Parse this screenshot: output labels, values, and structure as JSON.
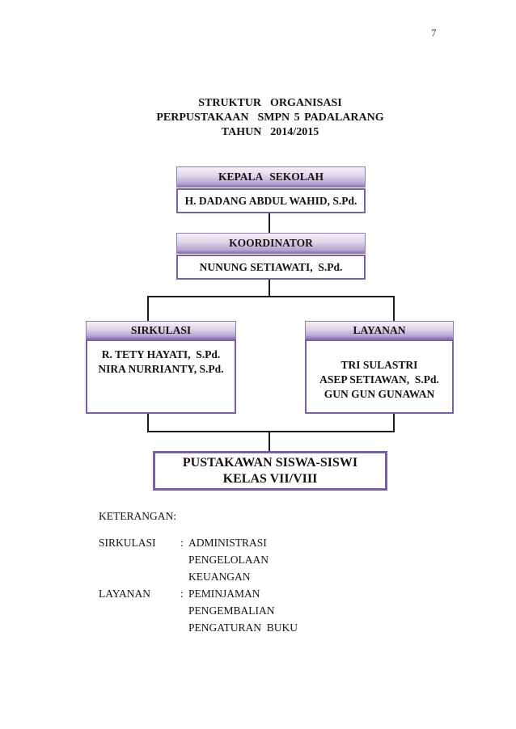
{
  "page": {
    "number": "7"
  },
  "title": {
    "line1": "STRUKTUR  ORGANISASI",
    "line2": "PERPUSTAKAAN  SMPN 5 PADALARANG",
    "line3": "TAHUN  2014/2015"
  },
  "org_chart": {
    "kepala_sekolah": {
      "title": "KEPALA  SEKOLAH",
      "name": "H. DADANG ABDUL WAHID, S.Pd."
    },
    "koordinator": {
      "title": "KOORDINATOR",
      "name": "NUNUNG SETIAWATI,  S.Pd."
    },
    "sirkulasi": {
      "title": "SIRKULASI",
      "members": [
        "R. TETY HAYATI,  S.Pd.",
        "NIRA NURRIANTY, S.Pd."
      ]
    },
    "layanan": {
      "title": "LAYANAN",
      "members": [
        "TRI SULASTRI",
        "ASEP SETIAWAN,  S.Pd.",
        "GUN GUN GUNAWAN"
      ]
    },
    "pustakawan": {
      "line1": "PUSTAKAWAN SISWA-SISWI",
      "line2": "KELAS VII/VIII"
    }
  },
  "keterangan": {
    "heading": "KETERANGAN:",
    "entries": [
      {
        "label": "SIRKULASI",
        "colon": ":",
        "items": [
          "ADMINISTRASI",
          "PENGELOLAAN",
          "KEUANGAN"
        ]
      },
      {
        "label": "LAYANAN",
        "colon": ":",
        "items": [
          "PEMINJAMAN",
          "PENGEMBALIAN",
          "PENGATURAN  BUKU"
        ]
      }
    ]
  },
  "colors": {
    "box_border": "#7b5fa4",
    "header_border": "#8f7bb5",
    "header_gradient_top": "#f5f2f9",
    "header_gradient_bottom": "#8b74ae",
    "connector": "#1b1b1b",
    "text": "#17120f"
  }
}
